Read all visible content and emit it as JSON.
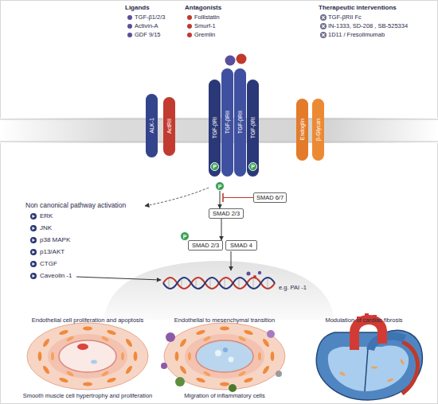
{
  "diagram": {
    "nodes": [
      {
        "text": [
          "ALK-1"
        ]
      },
      {
        "text": [
          "ActRII"
        ]
      },
      {
        "text": [
          "TGF-βRI"
        ]
      },
      {
        "text": [
          "TGF-βRII"
        ]
      },
      {
        "text": [
          "TGF-βRII"
        ]
      },
      {
        "text": [
          "TGF-βRI"
        ]
      },
      {
        "text": [
          "Endoglin"
        ]
      },
      {
        "text": [
          "β-Glycan"
        ]
      },
      {
        "text": [
          "P"
        ],
        "in": 2
      },
      {
        "text": [
          "P"
        ],
        "in": 5
      },
      {
        "text": [
          "P"
        ]
      },
      {
        "text": [
          "SMAD 6/7"
        ]
      },
      {
        "text": [
          "SMAD 2/3"
        ]
      },
      {
        "text": [
          "P"
        ]
      },
      {
        "text": [
          "SMAD 2/3"
        ]
      },
      {
        "text": [
          "SMAD 4"
        ]
      }
    ],
    "edges": [
      {
        "from": 10,
        "to": 12,
        "arrow": "to"
      },
      {
        "from": 12,
        "to": 14,
        "arrow": "to"
      }
    ],
    "labels": [
      "Ligands",
      "Antagonists",
      "Therapeutic interventions",
      "Non canonical pathway activation",
      "ERK",
      "JNK",
      "p38 MAPK",
      "p13/AKT",
      "CTGF",
      "Caveolin -1",
      "e.g. PAI -1",
      "Endothelial cell proliferation and apoptosis",
      "Smooth muscle cell hypertrophy and proliferation",
      "Endothelial to mesenchymal transition",
      "Migration of inflammatory cells",
      "Modulation of cardiac fibrosis"
    ],
    "legend": [
      {
        "text": "TGF-β1/2/3",
        "color": "#5a4e9e"
      },
      {
        "text": "Activin-A",
        "color": "#5a4e9e"
      },
      {
        "text": "GDF 9/15",
        "color": "#5a4e9e"
      },
      {
        "text": "Follistatin",
        "color": "#c0392b"
      },
      {
        "text": "Smurf-1",
        "color": "#c0392b"
      },
      {
        "text": "Gremlin",
        "color": "#c0392b"
      },
      {
        "text": "TGF-βRII Fc"
      },
      {
        "text": "IN-1333, SD-208 , SB-525334"
      },
      {
        "text": "1D11 / Fresolimumab"
      }
    ]
  }
}
